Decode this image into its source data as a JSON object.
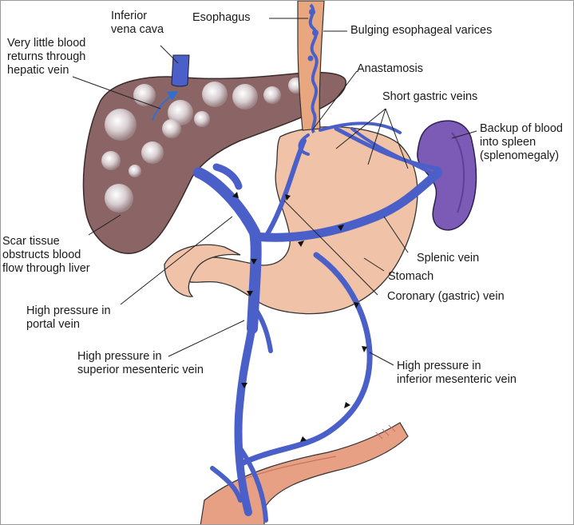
{
  "labels": {
    "ivc": "Inferior\nvena cava",
    "hepatic": "Very little blood\nreturns through\nhepatic vein",
    "esophagus": "Esophagus",
    "varices": "Bulging esophageal varices",
    "anastamosis": "Anastamosis",
    "short_gastric": "Short gastric veins",
    "spleen": "Backup of blood\ninto spleen\n(splenomegaly)",
    "scar": "Scar tissue\nobstructs blood\nflow through liver",
    "splenic": "Splenic vein",
    "stomach": "Stomach",
    "coronary": "Coronary (gastric) vein",
    "portal": "High pressure in\nportal vein",
    "sup_mes": "High pressure in\nsuperior mesenteric vein",
    "inf_mes": "High pressure in\ninferior mesenteric vein"
  },
  "colors": {
    "liver": "#8b6566",
    "stomach": "#f0c2a8",
    "vein": "#4a5fc8",
    "spleen": "#7b5bb5",
    "esophagus": "#e9a77f",
    "intestine": "#e8a085"
  }
}
